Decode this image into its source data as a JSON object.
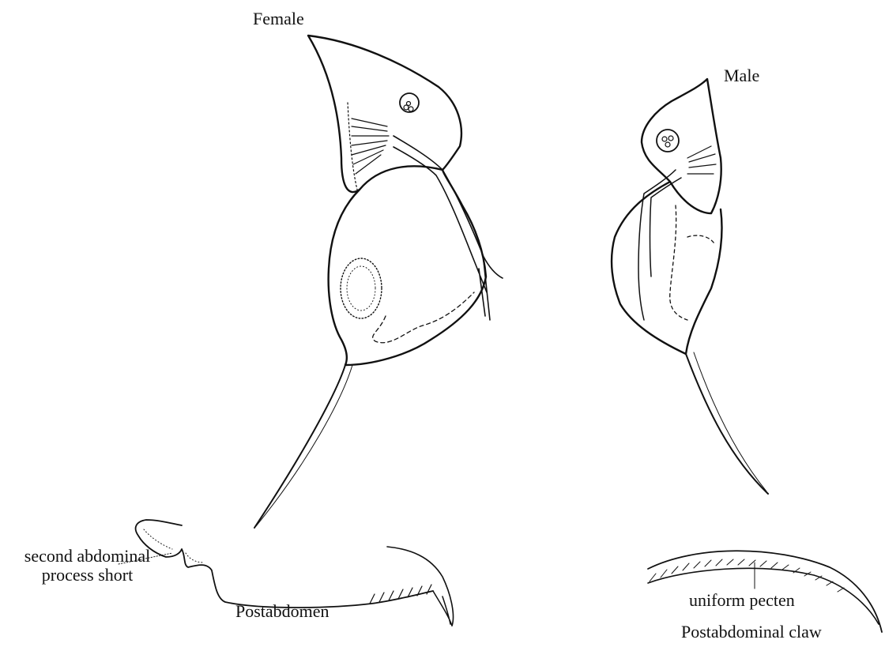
{
  "labels": {
    "female": "Female",
    "male": "Male",
    "second_process": [
      "second abdominal",
      "process short"
    ],
    "postabdomen": "Postabdomen",
    "uniform_pecten": "uniform pecten",
    "postabdominal_claw": "Postabdominal claw"
  },
  "colors": {
    "ink": "#111111",
    "background": "#ffffff"
  }
}
